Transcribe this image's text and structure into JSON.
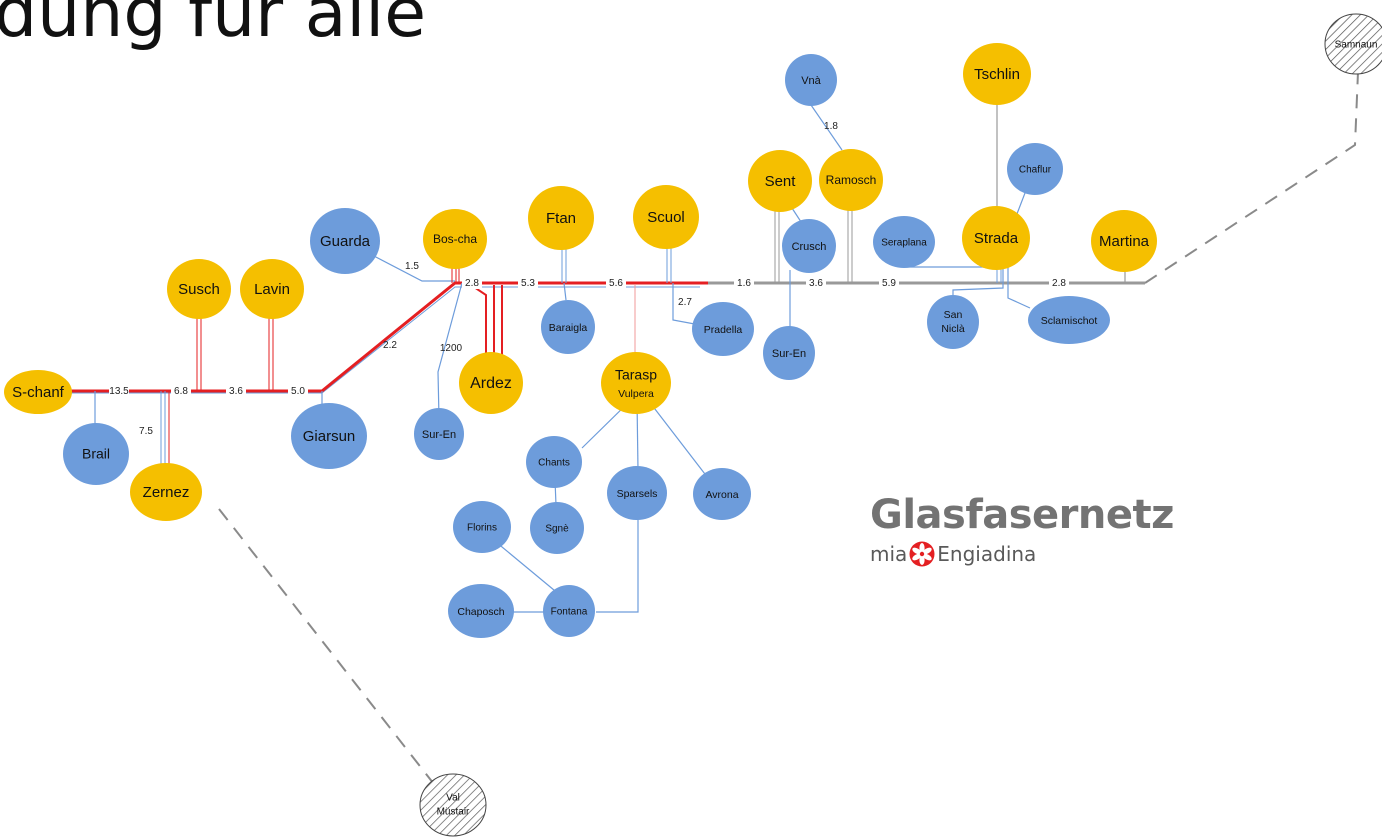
{
  "title": "dung für alle",
  "colors": {
    "main": "#f5bf00",
    "secondary": "#6d9cdb",
    "fiber": "#e41f22",
    "existing": "#999999",
    "dashed": "#8a8a8a"
  },
  "brand": {
    "name": "Glasfasernetz",
    "prefix": "mia",
    "suffix": "Engiadina",
    "logo_icon": "star-flower-icon"
  },
  "nodes": [
    {
      "id": "schanf",
      "label": "S-chanf",
      "type": "main"
    },
    {
      "id": "brail",
      "label": "Brail",
      "type": "secondary"
    },
    {
      "id": "zernez",
      "label": "Zernez",
      "type": "main"
    },
    {
      "id": "susch",
      "label": "Susch",
      "type": "main"
    },
    {
      "id": "lavin",
      "label": "Lavin",
      "type": "main"
    },
    {
      "id": "giarsun",
      "label": "Giarsun",
      "type": "secondary"
    },
    {
      "id": "guarda",
      "label": "Guarda",
      "type": "secondary"
    },
    {
      "id": "boscha",
      "label": "Bos-cha",
      "type": "main"
    },
    {
      "id": "suren1",
      "label": "Sur-En",
      "type": "secondary"
    },
    {
      "id": "ardez",
      "label": "Ardez",
      "type": "main"
    },
    {
      "id": "ftan",
      "label": "Ftan",
      "type": "main"
    },
    {
      "id": "baraigla",
      "label": "Baraigla",
      "type": "secondary"
    },
    {
      "id": "scuol",
      "label": "Scuol",
      "type": "main"
    },
    {
      "id": "pradella",
      "label": "Pradella",
      "type": "secondary"
    },
    {
      "id": "tarasp",
      "label": "Tarasp",
      "sublabel": "Vulpera",
      "type": "main"
    },
    {
      "id": "chants",
      "label": "Chants",
      "type": "secondary"
    },
    {
      "id": "sgne",
      "label": "Sgnè",
      "type": "secondary"
    },
    {
      "id": "sparsels",
      "label": "Sparsels",
      "type": "secondary"
    },
    {
      "id": "avrona",
      "label": "Avrona",
      "type": "secondary"
    },
    {
      "id": "florins",
      "label": "Florins",
      "type": "secondary"
    },
    {
      "id": "chaposch",
      "label": "Chaposch",
      "type": "secondary"
    },
    {
      "id": "fontana",
      "label": "Fontana",
      "type": "secondary"
    },
    {
      "id": "sent",
      "label": "Sent",
      "type": "main"
    },
    {
      "id": "crusch",
      "label": "Crusch",
      "type": "secondary"
    },
    {
      "id": "suren2",
      "label": "Sur-En",
      "type": "secondary"
    },
    {
      "id": "vna",
      "label": "Vnà",
      "type": "secondary"
    },
    {
      "id": "ramosch",
      "label": "Ramosch",
      "type": "main"
    },
    {
      "id": "tschlin",
      "label": "Tschlin",
      "type": "main"
    },
    {
      "id": "chaflur",
      "label": "Chaflur",
      "type": "secondary"
    },
    {
      "id": "seraplana",
      "label": "Seraplana",
      "type": "secondary"
    },
    {
      "id": "strada",
      "label": "Strada",
      "type": "main"
    },
    {
      "id": "sannicla",
      "label": "San Niclà",
      "type": "secondary"
    },
    {
      "id": "sclamischot",
      "label": "Sclamischot",
      "type": "secondary"
    },
    {
      "id": "martina",
      "label": "Martina",
      "type": "main"
    },
    {
      "id": "samnaun",
      "label": "Samnaun",
      "type": "external"
    },
    {
      "id": "valmustair",
      "label": "Val Müstair",
      "type": "external"
    }
  ],
  "distances": [
    "13.5",
    "6.8",
    "3.6",
    "5.0",
    "7.5",
    "2.2",
    "1.5",
    "2.8",
    "5.3",
    "5.6",
    "1200",
    "2.7",
    "1.6",
    "3.6",
    "5.9",
    "2.8",
    "1.8"
  ]
}
